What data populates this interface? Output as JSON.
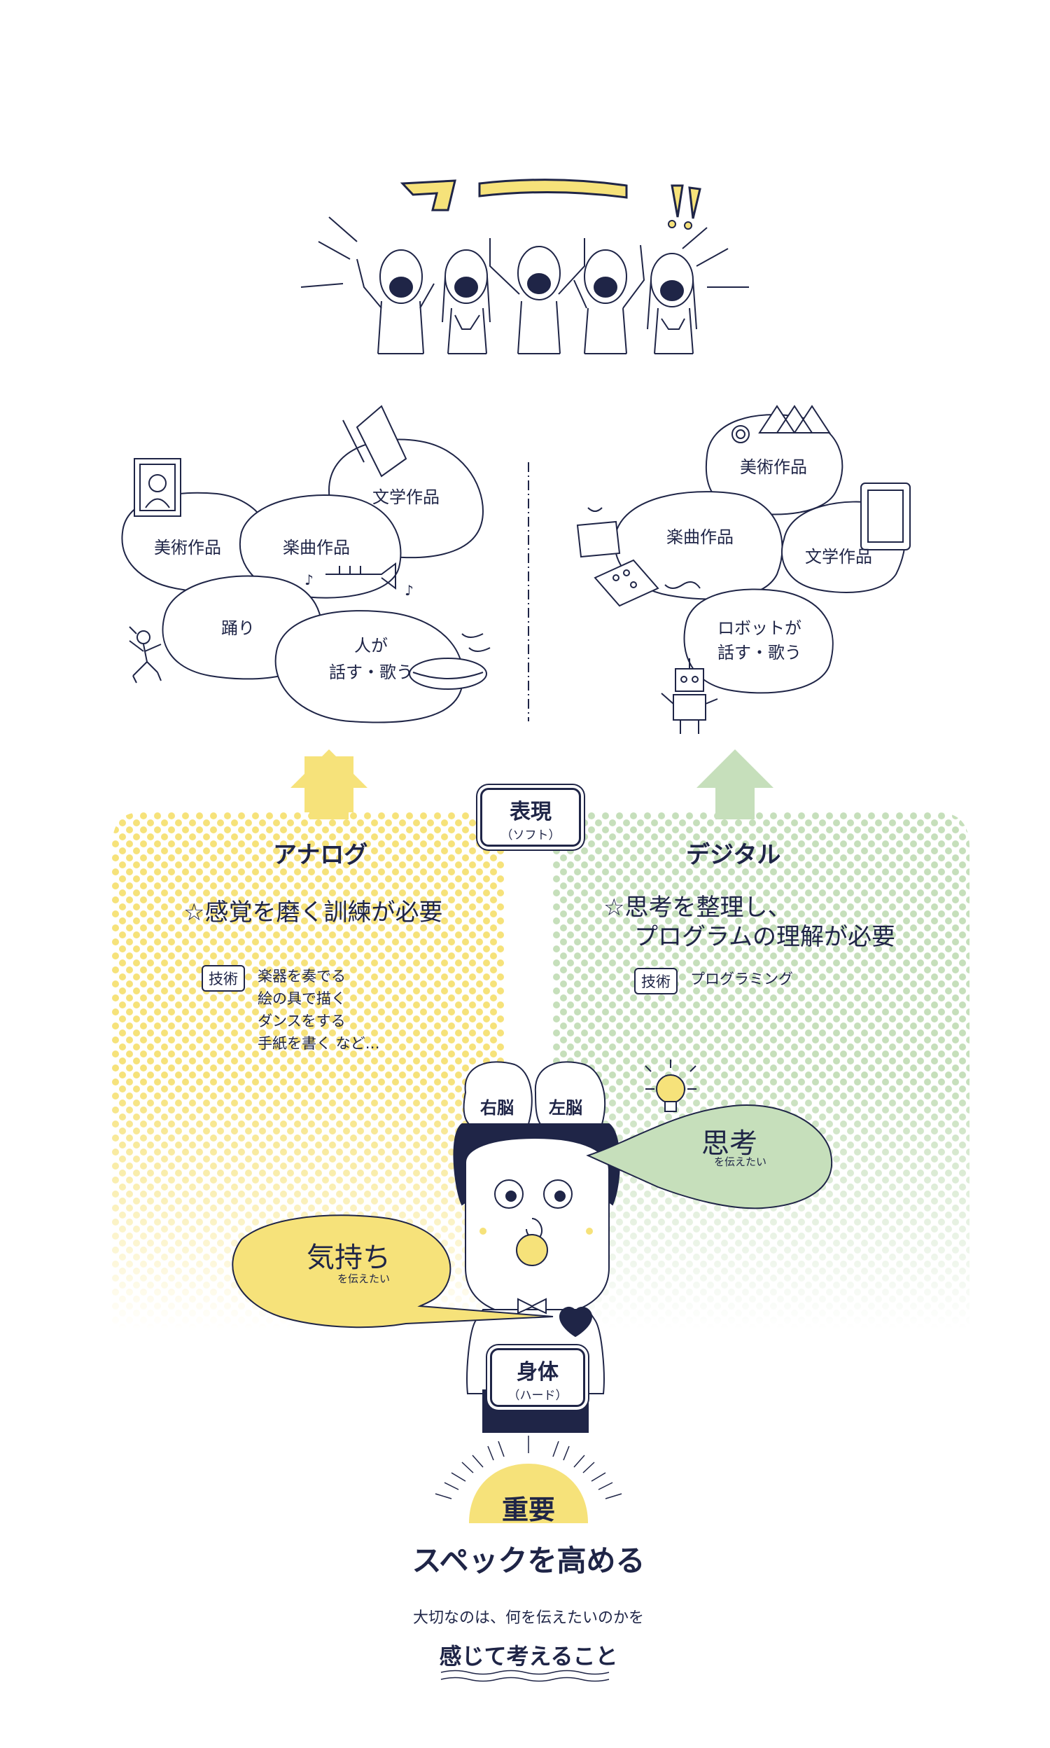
{
  "top": {
    "wa": "ワ",
    "exclaim": "!!"
  },
  "analog_works": {
    "literature": "文学作品",
    "art": "美術作品",
    "music": "楽曲作品",
    "dance": "踊り",
    "speak_line1": "人が",
    "speak_line2": "話す・歌う"
  },
  "digital_works": {
    "art": "美術作品",
    "music": "楽曲作品",
    "literature": "文学作品",
    "robot_line1": "ロボットが",
    "robot_line2": "話す・歌う"
  },
  "expression": {
    "title": "表現",
    "sub": "（ソフト）"
  },
  "analog": {
    "title": "アナログ",
    "star": "☆",
    "need": "感覚を磨く訓練が必要",
    "tech_label": "技術",
    "techniques": [
      "楽器を奏でる",
      "絵の具で描く",
      "ダンスをする",
      "手紙を書く など…"
    ]
  },
  "digital": {
    "title": "デジタル",
    "star": "☆",
    "need_line1": "思考を整理し、",
    "need_line2": "プログラムの理解が必要",
    "tech_label": "技術",
    "technique": "プログラミング"
  },
  "brain": {
    "right": "右脳",
    "left": "左脳"
  },
  "thought": {
    "big": "思考",
    "small": "を伝えたい"
  },
  "feeling": {
    "big": "気持ち",
    "small": "を伝えたい"
  },
  "body": {
    "title": "身体",
    "sub": "（ハード）"
  },
  "bottom": {
    "important": "重要",
    "headline": "スペックを高める",
    "sentence": "大切なのは、何を伝えたいのかを",
    "emphasis": "感じて考えること"
  },
  "colors": {
    "navy": "#1f2547",
    "yellow": "#f7e27a",
    "green": "#c3dcb7"
  }
}
